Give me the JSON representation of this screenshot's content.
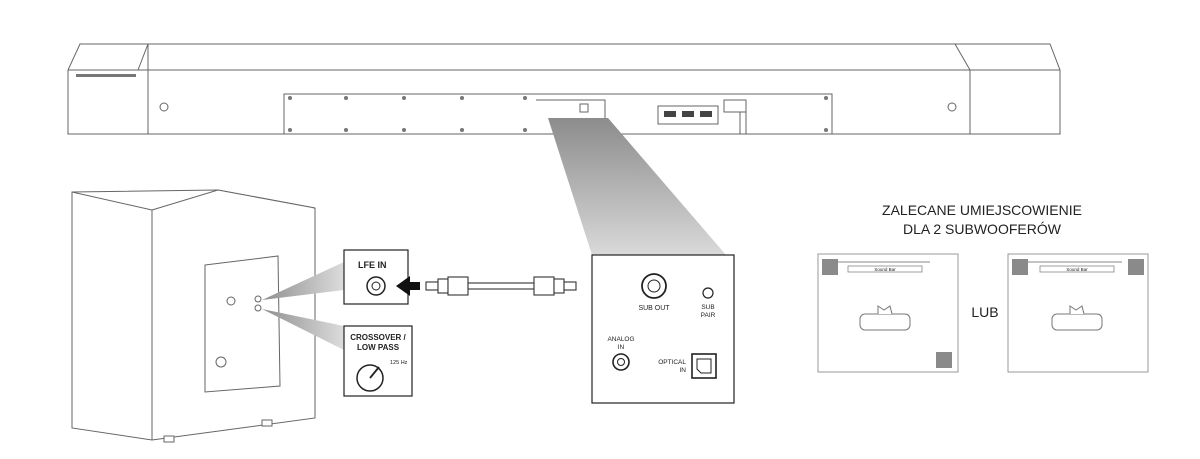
{
  "soundbar_panel": {
    "sub_out": "SUB OUT",
    "sub_pair": [
      "SUB",
      "PAIR"
    ],
    "analog_in": [
      "ANALOG",
      "IN"
    ],
    "optical_in": [
      "OPTICAL",
      "IN"
    ]
  },
  "subwoofer_panel": {
    "lfe_in": "LFE IN",
    "crossover": [
      "CROSSOVER /",
      "LOW PASS"
    ],
    "frequency": "125 Hz"
  },
  "placement": {
    "heading_line1": "ZALECANE UMIEJSCOWIENIE",
    "heading_line2": "DLA 2 SUBWOOFERÓW",
    "soundbar_label_left": "Sound Bar",
    "soundbar_label_right": "Sound Bar",
    "or_label": "LUB"
  },
  "colors": {
    "line": "#555555",
    "beam": "#9a9a9a",
    "marker": "#8a8a8a",
    "arrow": "#111111"
  }
}
